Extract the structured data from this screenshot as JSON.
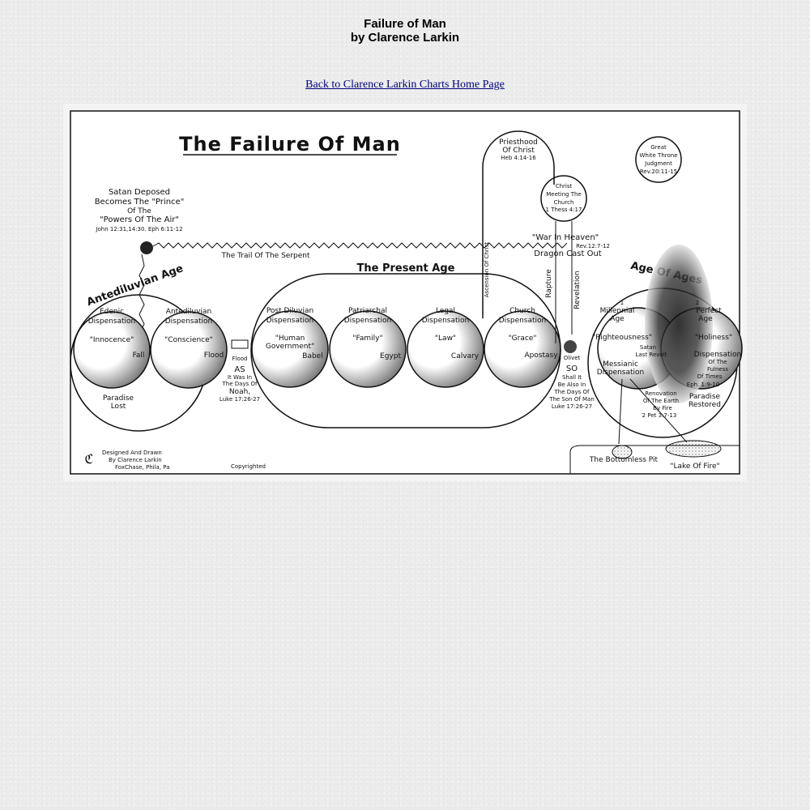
{
  "page": {
    "title_line1": "Failure of Man",
    "title_line2": "by Clarence Larkin",
    "back_link": "Back to Clarence Larkin Charts Home Page"
  },
  "chart": {
    "title": "The Failure Of Man",
    "satan": [
      "Satan Deposed",
      "Becomes The \"Prince\"",
      "Of The",
      "\"Powers Of The Air\"",
      "John 12:31,14:30. Eph 6:11-12"
    ],
    "serpent_trail": "The Trail Of The Serpent",
    "present_age": "The Present Age",
    "antediluvian_age": "Antediluvian Age",
    "age_of_ages": "Age Of Ages",
    "war_in_heaven": "\"War In Heaven\"",
    "rev_12": "Rev.12:7-12",
    "dragon": "Dragon Cast Out",
    "priesthood": [
      "Priesthood",
      "Of Christ",
      "Heb 4:14-16"
    ],
    "christ_meeting": [
      "Christ",
      "Meeting The",
      "Church",
      "1 Thess 4:17"
    ],
    "great_white": [
      "Great",
      "White Throne",
      "Judgment",
      "Rev.20:11-15"
    ],
    "ascension": "Ascension Of Christ",
    "rapture": "Rapture",
    "revelation": "Revelation",
    "edenic": [
      "Edenic",
      "Dispensation",
      "\"Innocence\"",
      "Fall"
    ],
    "antediluvian_disp": [
      "Antediluvian",
      "Dispensation",
      "\"Conscience\"",
      "Flood"
    ],
    "post_diluvian": [
      "Post Diluvian",
      "Dispensation",
      "\"Human",
      "Government\"",
      "Babel"
    ],
    "patriarchal": [
      "Patriarchal",
      "Dispensation",
      "\"Family\"",
      "Egypt"
    ],
    "legal": [
      "Legal",
      "Dispensation",
      "\"Law\"",
      "Calvary"
    ],
    "church": [
      "Church",
      "Dispensation",
      "\"Grace\"",
      "Apostasy"
    ],
    "millennial": [
      "1",
      "Millennial",
      "Age",
      "\"Righteousness\"",
      "Messianic",
      "Dispensation",
      "Satan",
      "Last Revolt"
    ],
    "perfect_age": [
      "2",
      "Perfect",
      "Age",
      "\"Holiness\"",
      "Dispensation",
      "Of The",
      "Fulness",
      "Of Times",
      "Eph. 1:9-10"
    ],
    "paradise_lost": [
      "Paradise",
      "Lost"
    ],
    "paradise_restored": [
      "Paradise",
      "Restored"
    ],
    "flood_label": "Flood",
    "as_noah": [
      "AS",
      "It Was In",
      "The Days Of",
      "Noah,",
      "Luke 17:26-27"
    ],
    "so_son": [
      "Olivet",
      "SO",
      "Shall It",
      "Be Also In",
      "The Days Of",
      "The Son Of Man",
      "Luke 17:26-27"
    ],
    "renovation": [
      "Renovation",
      "Of The Earth",
      "By Fire",
      "2 Pet 3:7-13"
    ],
    "bottomless_pit": "The Bottomless Pit",
    "lake_of_fire": "\"Lake Of Fire\"",
    "designed_by": [
      "Designed And Drawn",
      "By Clarence Larkin",
      "FoxChase, Phila, Pa"
    ],
    "copyright": "Copyrighted"
  }
}
